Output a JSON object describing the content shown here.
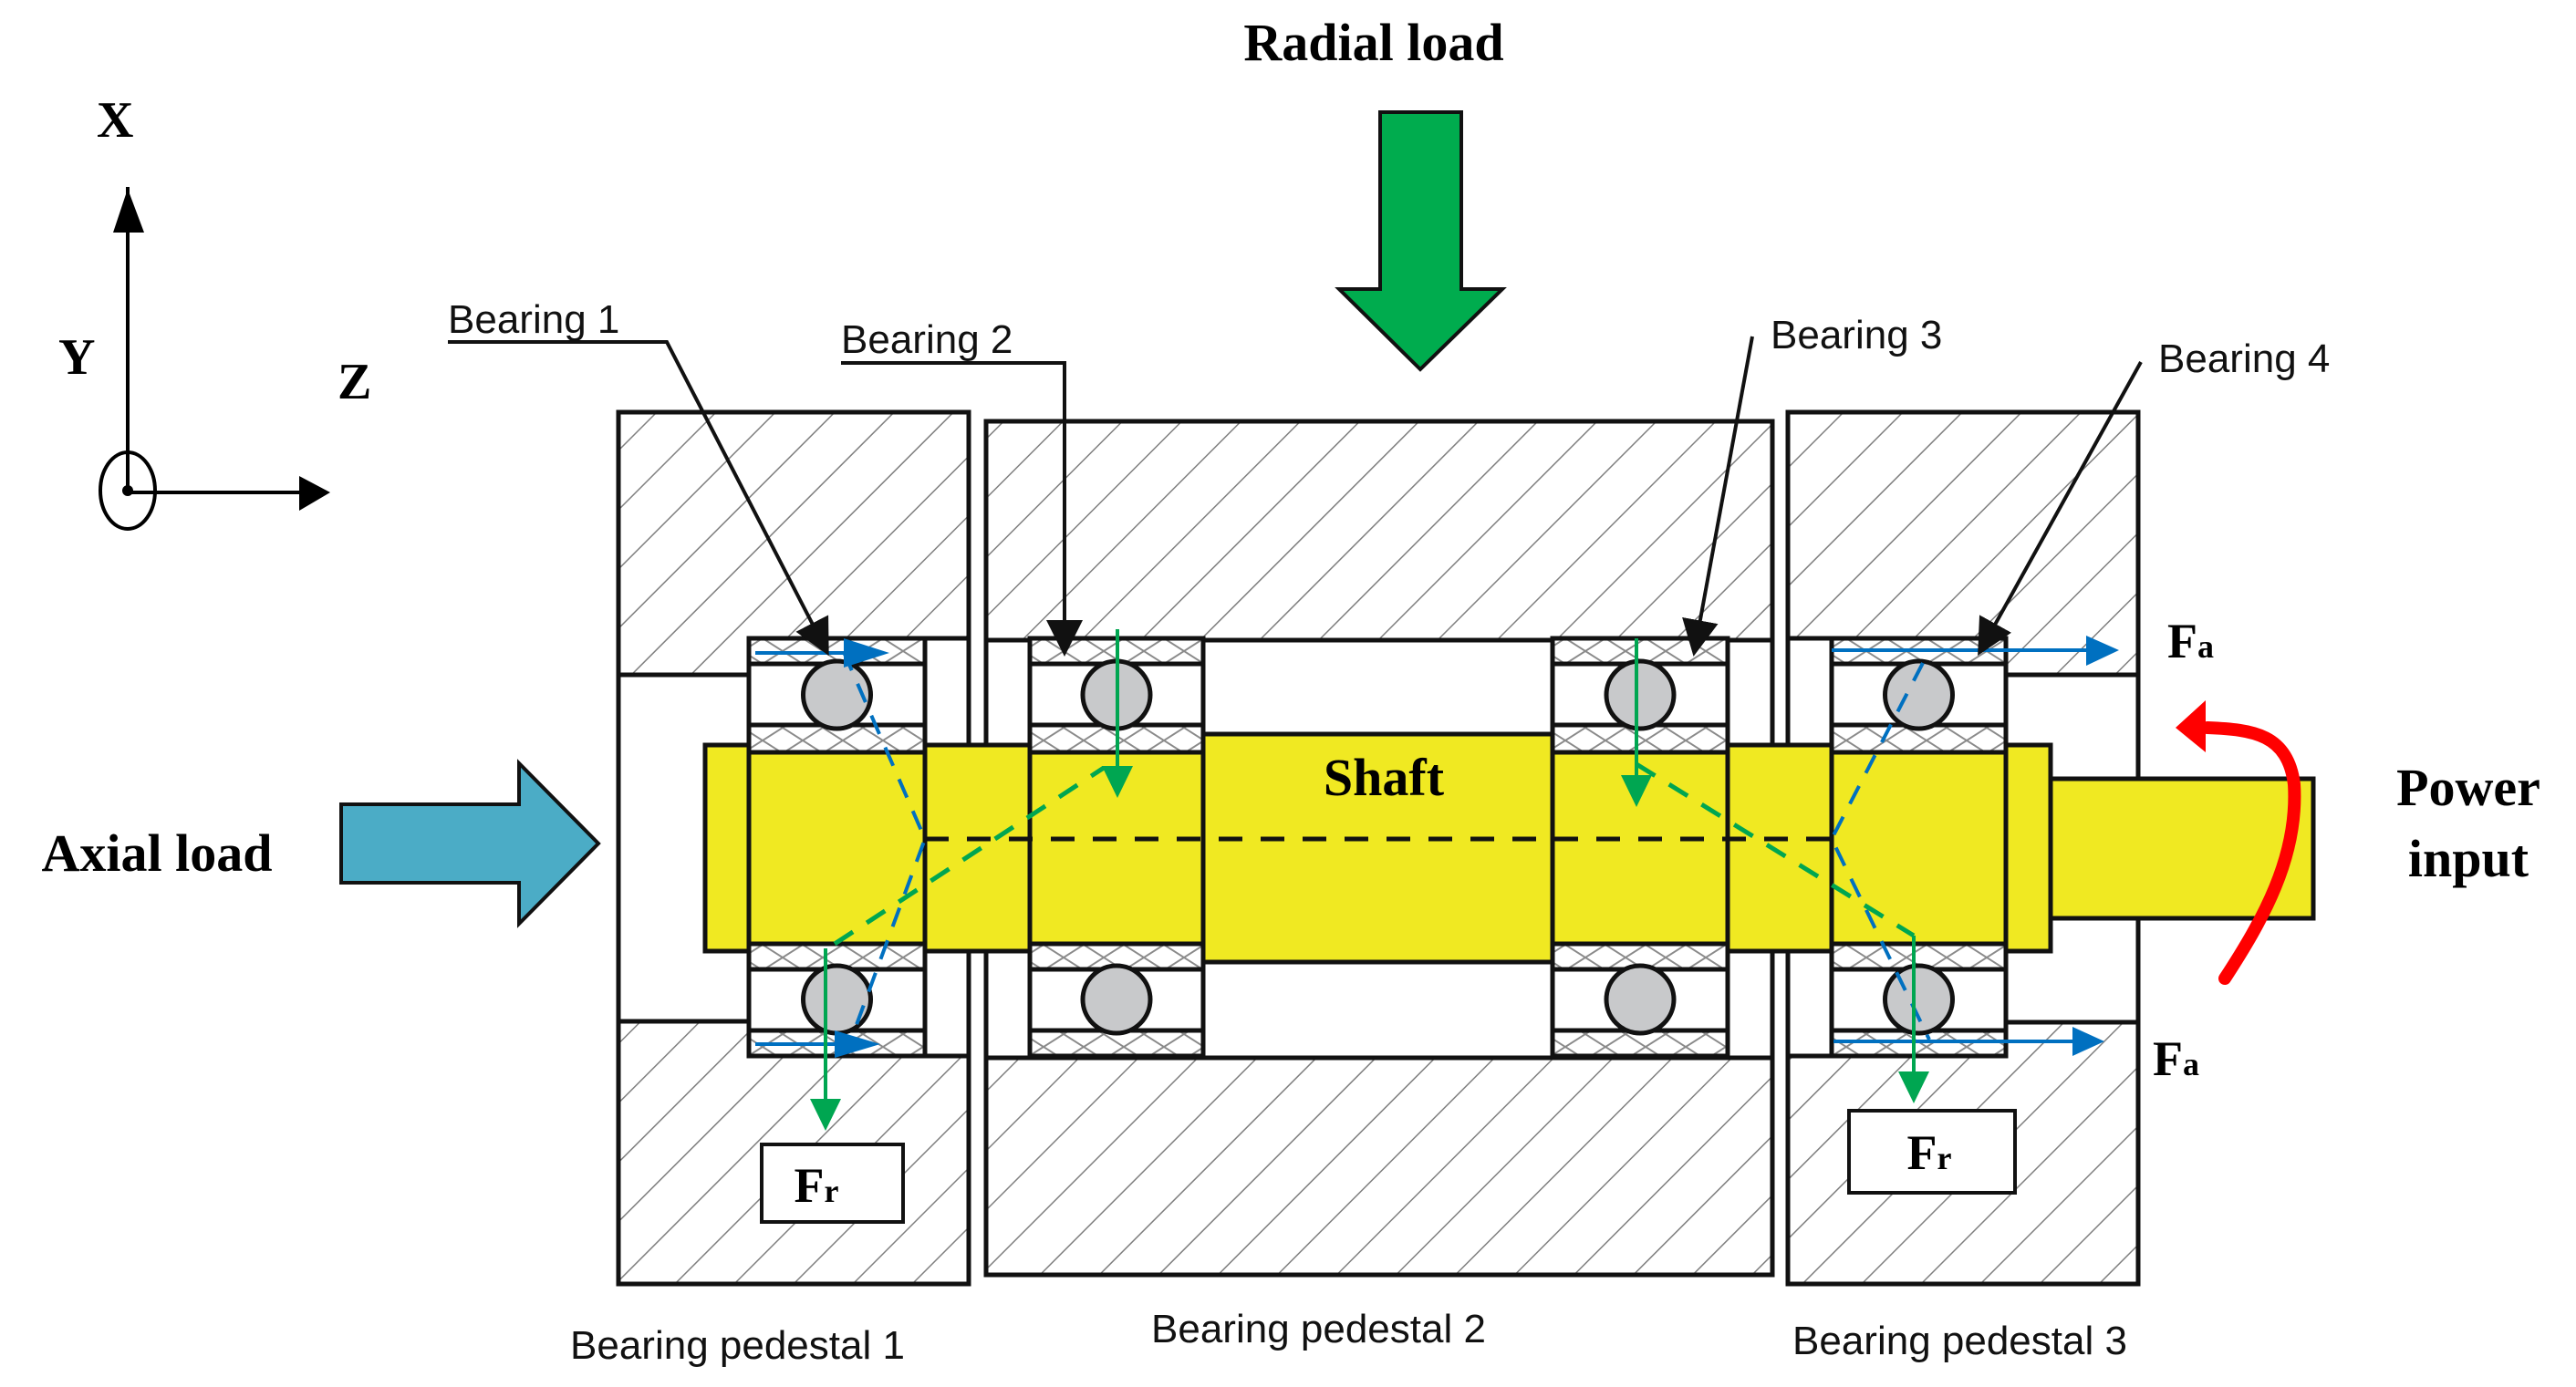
{
  "title": "Shaft-bearing test rig schematic",
  "axes": {
    "x": "X",
    "y": "Y",
    "z": "Z"
  },
  "loads": {
    "radial": "Radial load",
    "axial": "Axial load",
    "power": [
      "Power",
      "input"
    ]
  },
  "shaft_label": "Shaft",
  "bearings": [
    "Bearing 1",
    "Bearing 2",
    "Bearing 3",
    "Bearing 4"
  ],
  "pedestals": [
    "Bearing pedestal 1",
    "Bearing pedestal 2",
    "Bearing pedestal 3"
  ],
  "forces": {
    "radial_symbol": "F",
    "radial_subscript": "r",
    "axial_symbol": "F",
    "axial_subscript": "a"
  },
  "colors": {
    "shaft": "#F0E922",
    "radial_arrow": "#00AC4E",
    "axial_arrow": "#4BACC6",
    "force_blue": "#0070C0",
    "force_green": "#00A651",
    "torque": "#FF0000",
    "ball": "#C8C9CB",
    "outline": "#111111",
    "hatch": "#7F7F7F"
  }
}
